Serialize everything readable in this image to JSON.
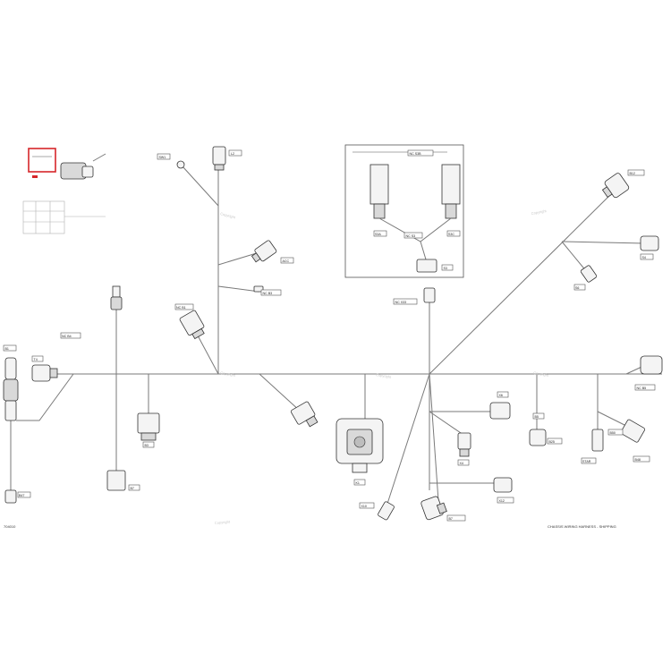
{
  "diagram": {
    "callouts": {
      "top_plug": "SW1",
      "top_conn": "L2",
      "mid_conn": "ACC",
      "nc_b3": "NC B3",
      "nc_b1": "NC B1",
      "nc_b4": "NC B4",
      "left_top": "B1",
      "left_conn": "T4",
      "left_bottom": "B47",
      "lower_a": "B3",
      "lower_b": "B7",
      "ecu": "K1",
      "inset_nc1": "NC S3B",
      "inset_nc2": "NC S3",
      "inset_l": "S3A",
      "inset_r": "S3C",
      "inset_bottom": "S3",
      "center_nc": "NC X33",
      "right_top": "B12",
      "right_mid1": "S4",
      "right_mid2": "S6",
      "right_nc": "NC B5",
      "c1": "X6",
      "c2": "X4",
      "c3": "B5",
      "c4": "X12",
      "c5": "B25",
      "c6": "B50",
      "c7": "X10",
      "c8": "STAR",
      "c9": "B7",
      "c10": "B48"
    },
    "footer_left": "704010",
    "footer_right": "CHASSIS WIRING HARNESS - SHIPPING",
    "watermark": "Copyright"
  },
  "colors": {
    "highlight": "#d6262a",
    "wire": "#7a7a7a",
    "outline": "#333333"
  }
}
